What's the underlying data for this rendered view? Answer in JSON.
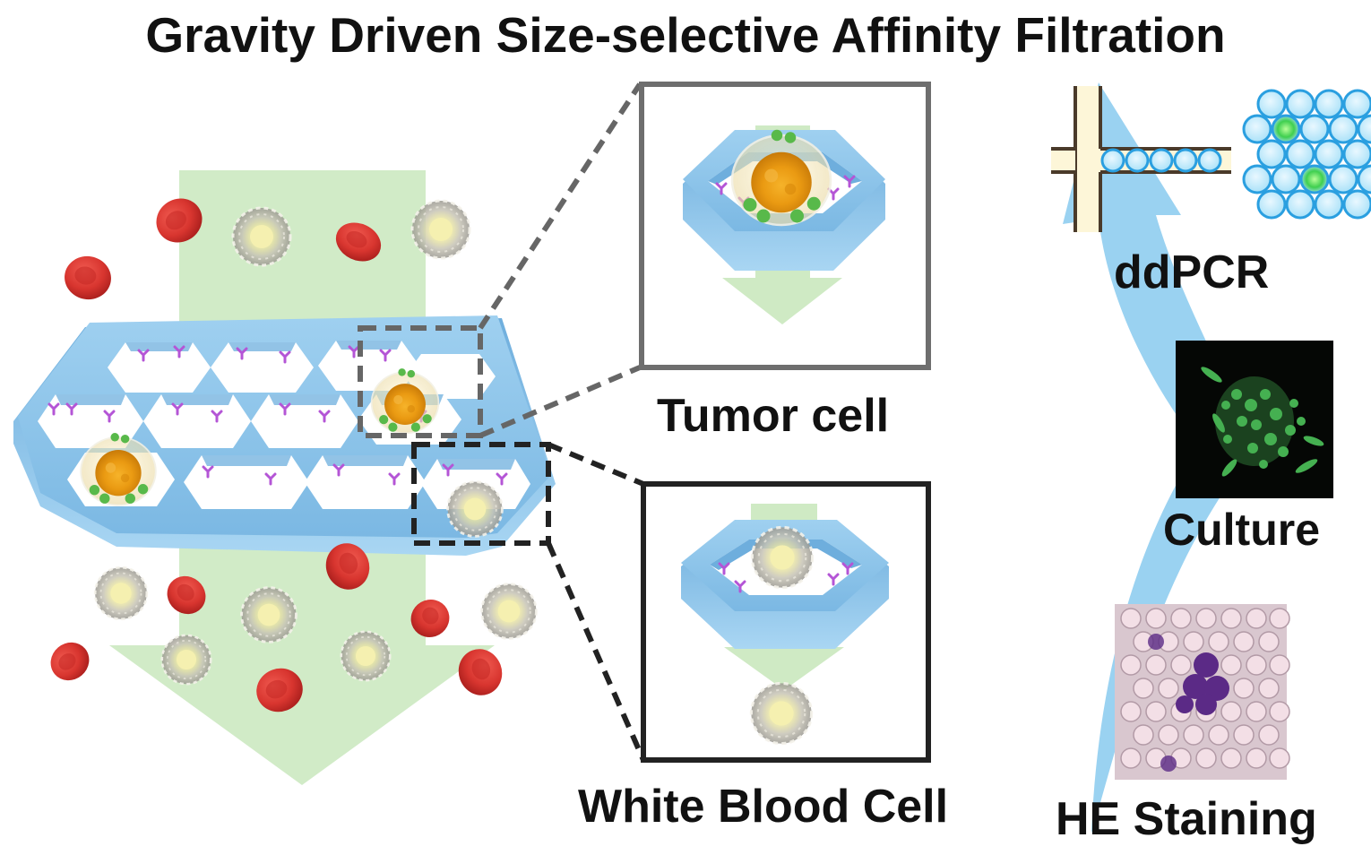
{
  "title": "Gravity Driven Size-selective Affinity Filtration",
  "labels": {
    "tumor_cell": "Tumor cell",
    "white_blood_cell": "White Blood Cell",
    "ddpcr": "ddPCR",
    "culture": "Culture",
    "he_staining": "HE Staining"
  },
  "colors": {
    "flow_arrow": "#cfeac4",
    "filter_blue": "#86bfe6",
    "filter_dark": "#5a9fd0",
    "antibody": "#b455d6",
    "red_blood_cell": "#d8352f",
    "white_blood_cell": "#b9b7ae",
    "tumor_cell": "#f0a21c",
    "aptamer_green": "#58b94a",
    "workflow_arrow": "#8fcdef",
    "culture_bg": "#050705",
    "culture_cells": "#4dc35a",
    "he_bg": "#d9c7cf",
    "he_cells": "#5b2a86"
  },
  "icons": [
    "red-blood-cell-icon",
    "white-blood-cell-icon",
    "tumor-cell-icon",
    "honeycomb-filter-icon",
    "droplet-channel-icon",
    "droplet-array-icon"
  ]
}
